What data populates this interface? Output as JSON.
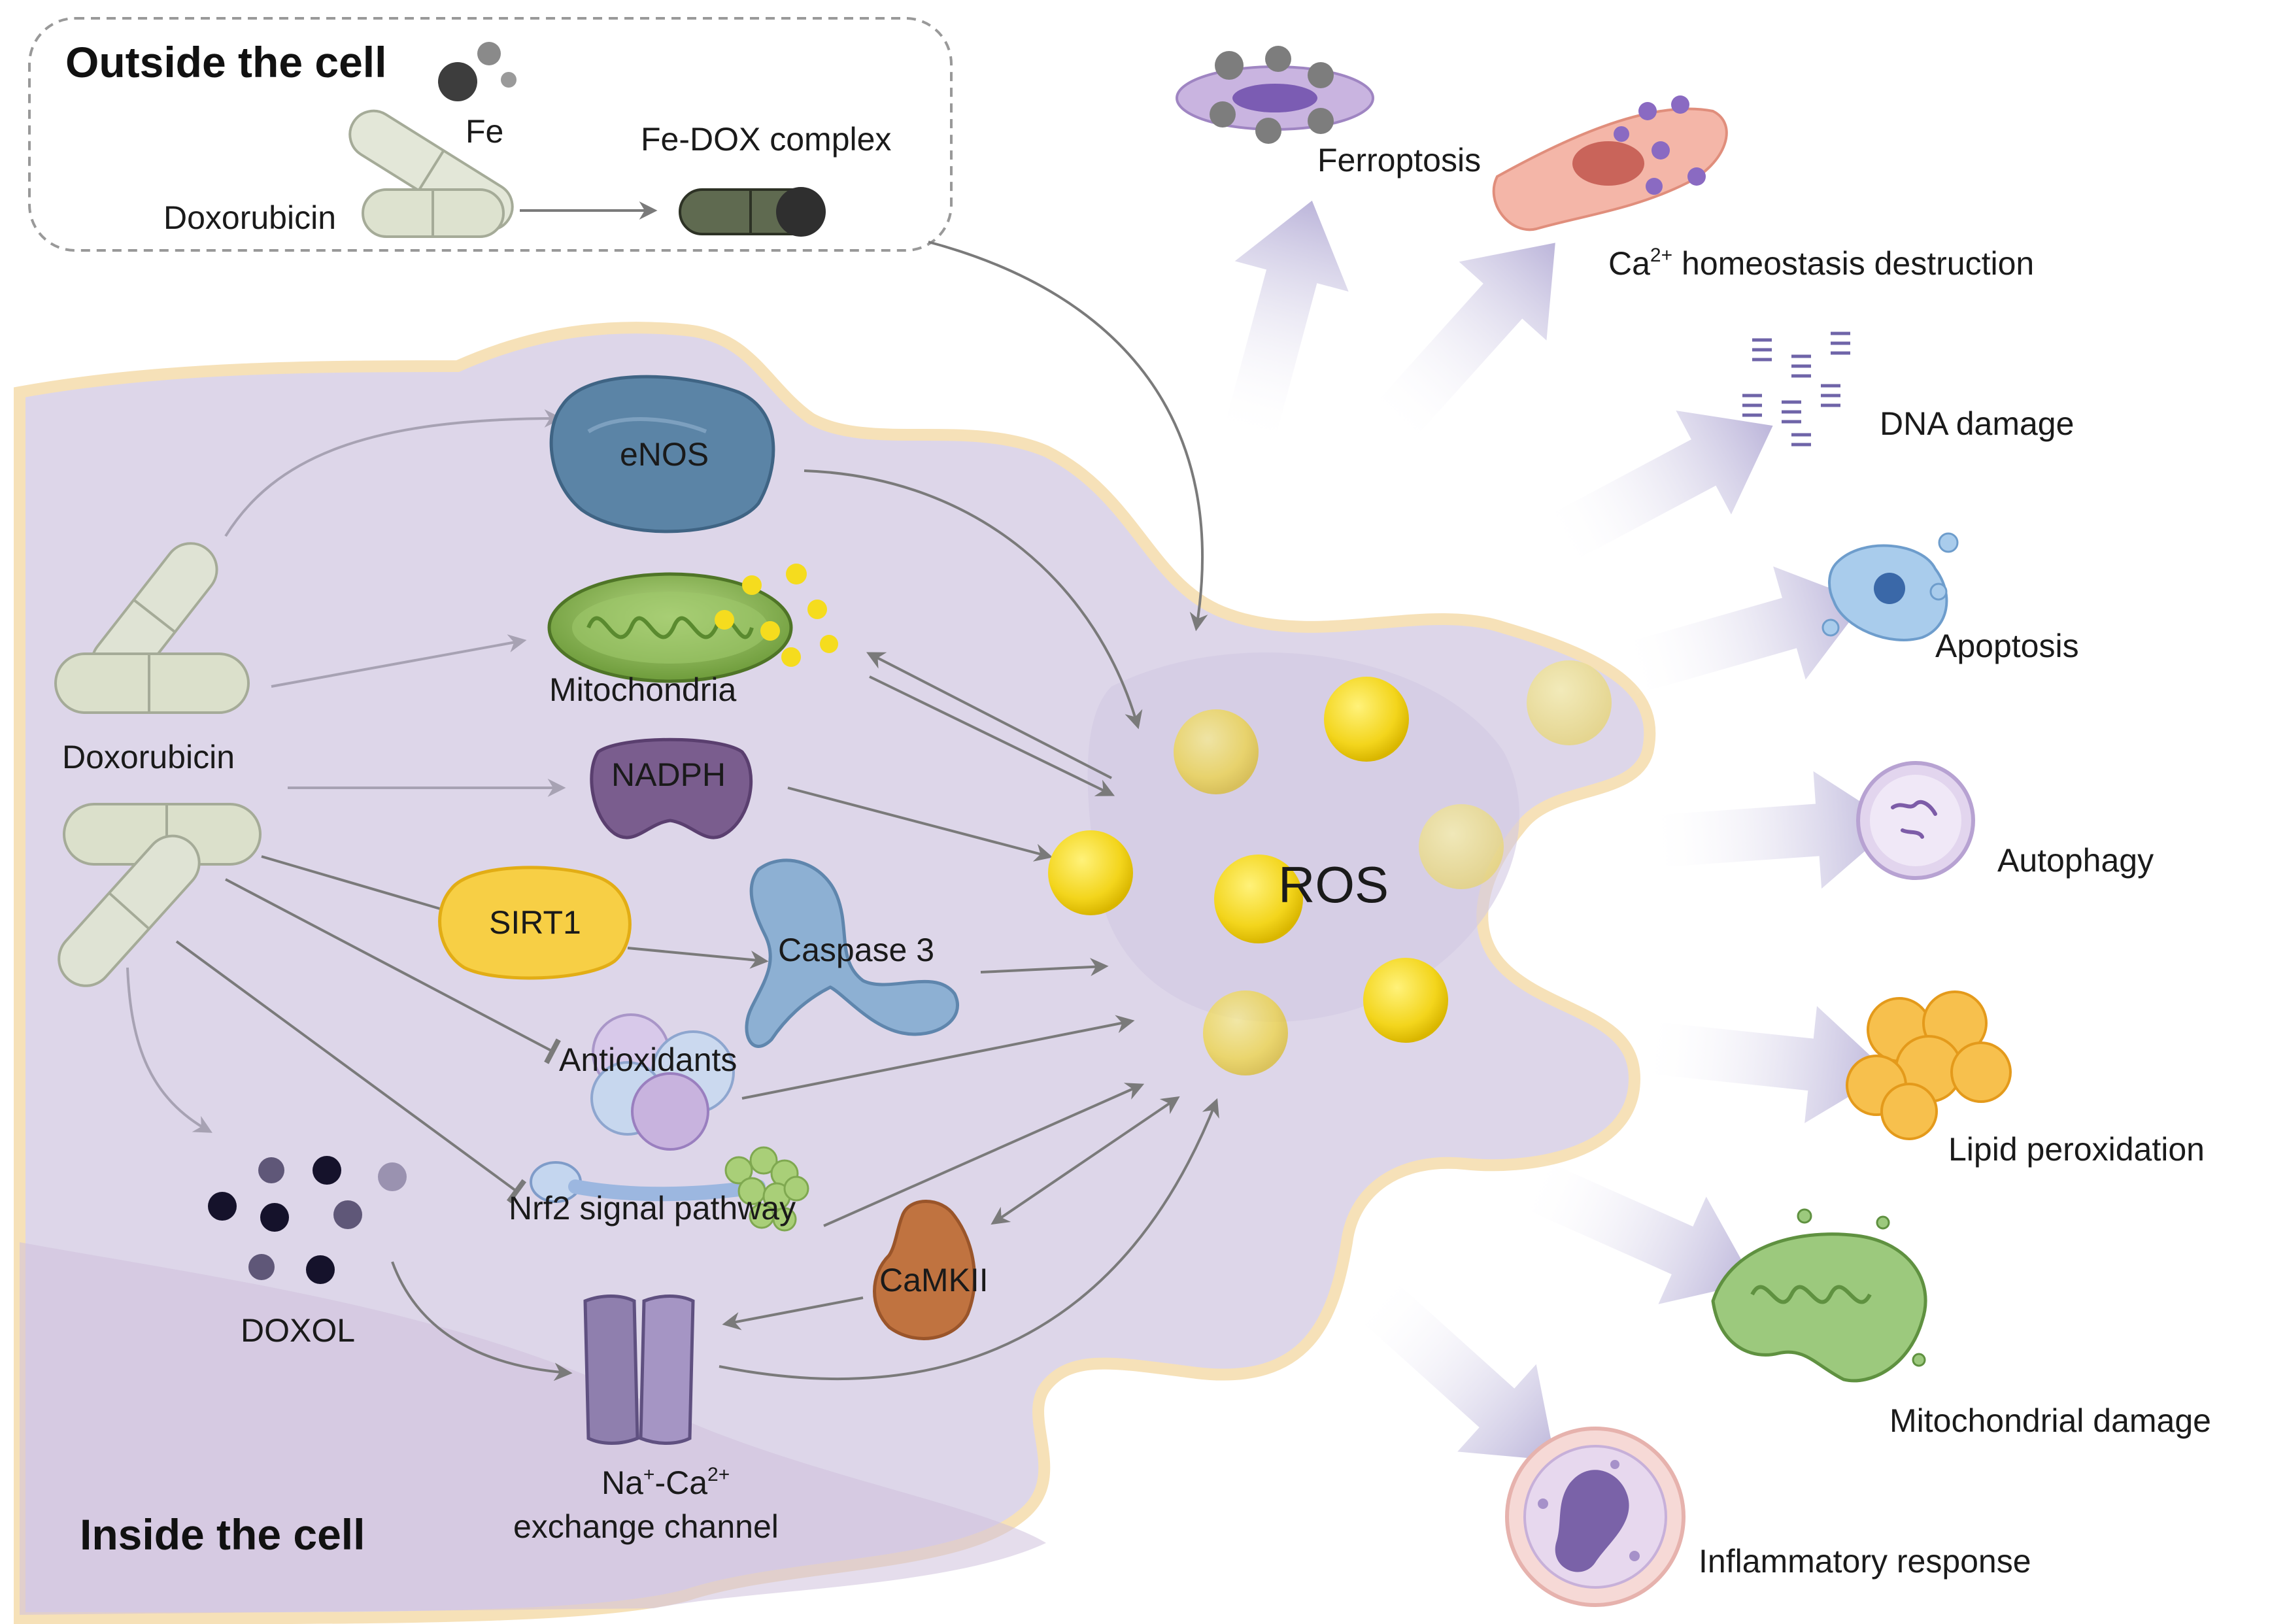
{
  "outside": {
    "title": "Outside the cell",
    "fe_label": "Fe",
    "doxorubicin_label": "Doxorubicin",
    "complex_label": "Fe-DOX complex"
  },
  "inside": {
    "title": "Inside the cell",
    "doxorubicin_label": "Doxorubicin",
    "doxol_label": "DOXOL",
    "enos_label": "eNOS",
    "mitochondria_label": "Mitochondria",
    "nadph_label": "NADPH",
    "sirt1_label": "SIRT1",
    "caspase_label": "Caspase 3",
    "antioxidants_label": "Antioxidants",
    "nrf2_label": "Nrf2 signal pathway",
    "camkii_label": "CaMKII",
    "exchanger_line1_a": "Na",
    "exchanger_line1_sup1": "+",
    "exchanger_line1_b": "-Ca",
    "exchanger_line1_sup2": "2+",
    "exchanger_line2": "exchange channel",
    "ros_label": "ROS"
  },
  "outcomes": {
    "ferroptosis": "Ferroptosis",
    "ca_prefix": "Ca",
    "ca_sup": "2+",
    "ca_suffix": " homeostasis destruction",
    "dna_damage": "DNA damage",
    "apoptosis": "Apoptosis",
    "autophagy": "Autophagy",
    "lipid_peroxidation": "Lipid peroxidation",
    "mitochondrial_damage": "Mitochondrial damage",
    "inflammatory_response": "Inflammatory response"
  },
  "colors": {
    "cell_fill": "#ddd6e9",
    "cell_border": "#f6e1b8",
    "ros_yellow": "#f5dc1e",
    "outcome_arrow": "#c3bddd",
    "pathway_arrow": "#777777",
    "pill": "#d8ddc8",
    "complex_pill": "#5f6a50"
  }
}
